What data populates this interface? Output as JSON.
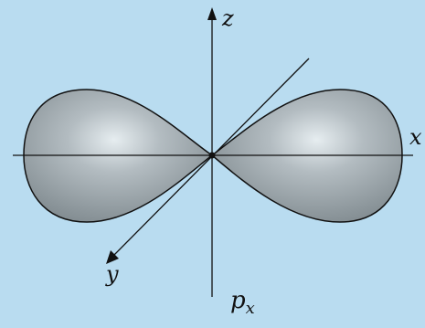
{
  "diagram": {
    "axes": {
      "x": "x",
      "y": "y",
      "z": "z"
    },
    "orbital_label": {
      "base": "p",
      "subscript": "x"
    },
    "colors": {
      "background": "#b9dcf0",
      "lobe_fill": "#8f9aa0",
      "lobe_highlight": "#dfe6e9",
      "line": "#111111"
    }
  }
}
